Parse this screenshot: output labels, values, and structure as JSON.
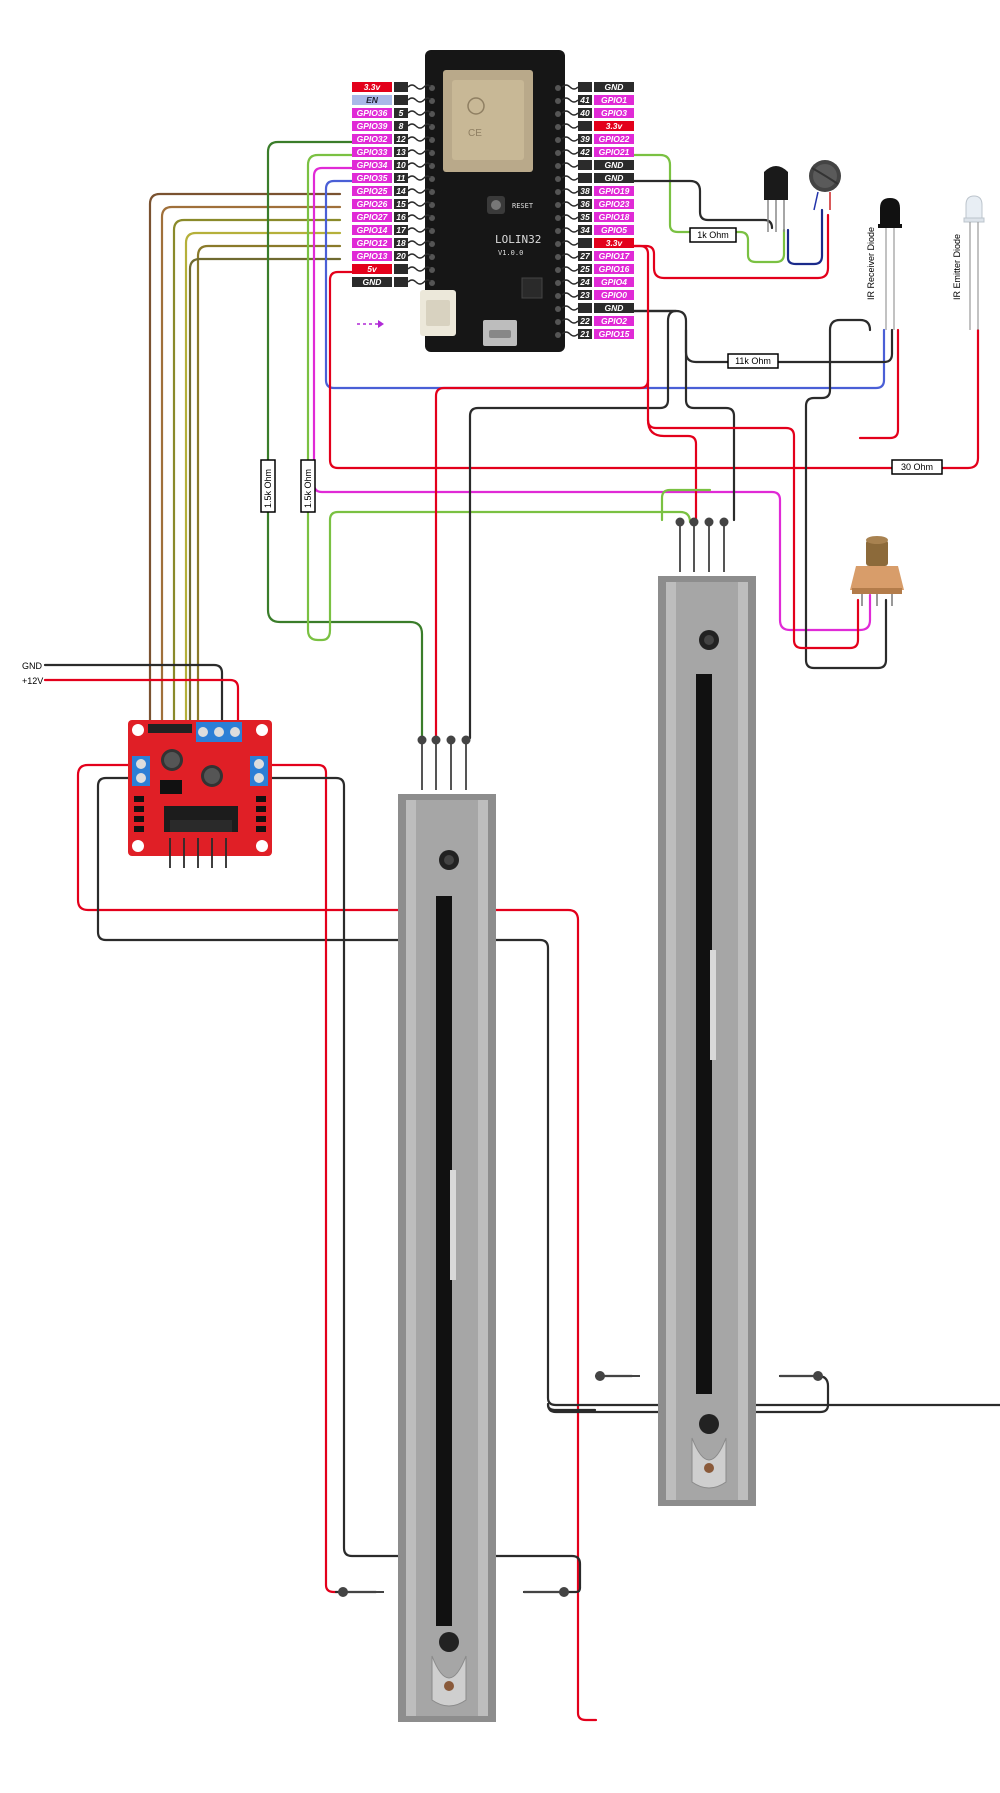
{
  "board": {
    "name": "LOLIN32",
    "version": "V1.0.0",
    "reset_label": "RESET",
    "left_pins": [
      {
        "label": "3.3v",
        "num": "",
        "color": "red"
      },
      {
        "label": "EN",
        "num": "",
        "color": "blue"
      },
      {
        "label": "GPIO36",
        "num": "5",
        "color": "magenta"
      },
      {
        "label": "GPIO39",
        "num": "8",
        "color": "magenta"
      },
      {
        "label": "GPIO32",
        "num": "12",
        "color": "magenta"
      },
      {
        "label": "GPIO33",
        "num": "13",
        "color": "magenta"
      },
      {
        "label": "GPIO34",
        "num": "10",
        "color": "magenta"
      },
      {
        "label": "GPIO35",
        "num": "11",
        "color": "magenta"
      },
      {
        "label": "GPIO25",
        "num": "14",
        "color": "magenta"
      },
      {
        "label": "GPIO26",
        "num": "15",
        "color": "magenta"
      },
      {
        "label": "GPIO27",
        "num": "16",
        "color": "magenta"
      },
      {
        "label": "GPIO14",
        "num": "17",
        "color": "magenta"
      },
      {
        "label": "GPIO12",
        "num": "18",
        "color": "magenta"
      },
      {
        "label": "GPIO13",
        "num": "20",
        "color": "magenta"
      },
      {
        "label": "5v",
        "num": "",
        "color": "red"
      },
      {
        "label": "GND",
        "num": "",
        "color": "dark"
      }
    ],
    "right_pins": [
      {
        "label": "GND",
        "num": "",
        "color": "dark"
      },
      {
        "label": "GPIO1",
        "num": "41",
        "color": "magenta"
      },
      {
        "label": "GPIO3",
        "num": "40",
        "color": "magenta"
      },
      {
        "label": "3.3v",
        "num": "",
        "color": "red"
      },
      {
        "label": "GPIO22",
        "num": "39",
        "color": "magenta"
      },
      {
        "label": "GPIO21",
        "num": "42",
        "color": "magenta"
      },
      {
        "label": "GND",
        "num": "",
        "color": "dark"
      },
      {
        "label": "GND",
        "num": "",
        "color": "dark"
      },
      {
        "label": "GPIO19",
        "num": "38",
        "color": "magenta"
      },
      {
        "label": "GPIO23",
        "num": "36",
        "color": "magenta"
      },
      {
        "label": "GPIO18",
        "num": "35",
        "color": "magenta"
      },
      {
        "label": "GPIO5",
        "num": "34",
        "color": "magenta"
      },
      {
        "label": "3.3v",
        "num": "",
        "color": "red"
      },
      {
        "label": "GPIO17",
        "num": "27",
        "color": "magenta"
      },
      {
        "label": "GPIO16",
        "num": "25",
        "color": "magenta"
      },
      {
        "label": "GPIO4",
        "num": "24",
        "color": "magenta"
      },
      {
        "label": "GPIO0",
        "num": "23",
        "color": "magenta"
      },
      {
        "label": "GND",
        "num": "",
        "color": "dark"
      },
      {
        "label": "GPIO2",
        "num": "22",
        "color": "magenta"
      },
      {
        "label": "GPIO15",
        "num": "21",
        "color": "magenta"
      }
    ]
  },
  "resistors": {
    "r1": "1k Ohm",
    "r2": "11k Ohm",
    "r3": "30 Ohm",
    "r4": "1.5k Ohm",
    "r5": "1.5k Ohm"
  },
  "power": {
    "gnd": "GND",
    "v12": "+12V"
  },
  "components": {
    "ir_receiver": "IR Receiver Diode",
    "ir_emitter": "IR Emitter Diode"
  },
  "colors": {
    "red": "#e3001b",
    "magenta": "#e02ad6",
    "dark": "#2b2b2b",
    "blue": "#4a5fd6",
    "green": "#7ac142",
    "darkgreen": "#3a7d2a",
    "brown": "#7a5230"
  }
}
